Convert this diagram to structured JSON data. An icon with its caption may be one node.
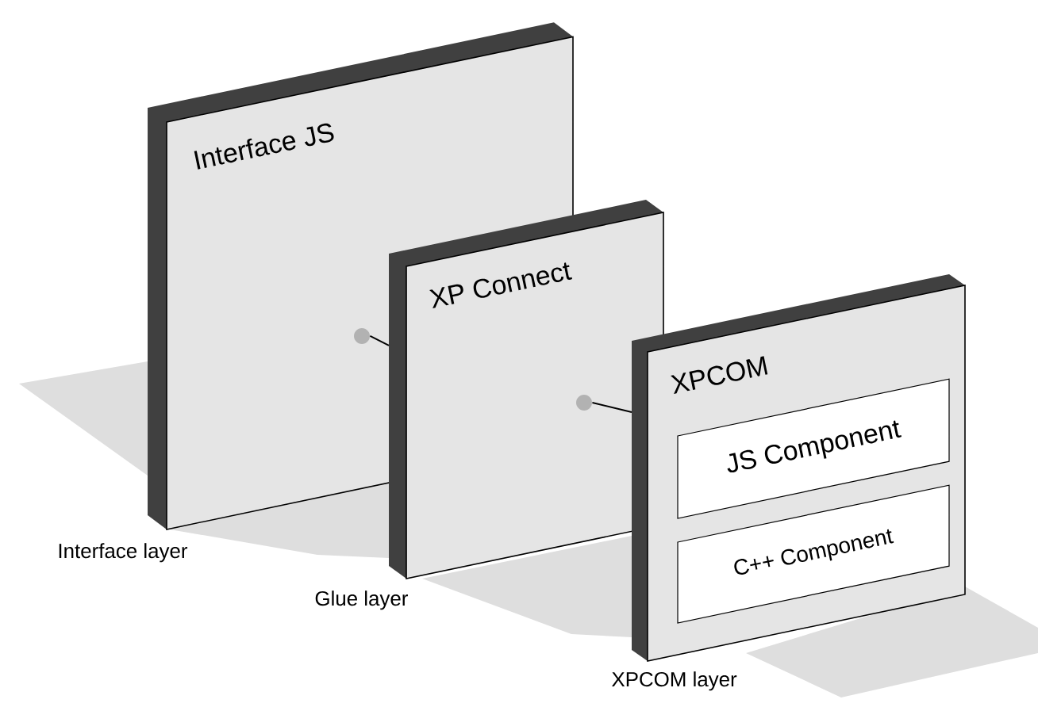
{
  "diagram": {
    "nodes": [
      {
        "text": [
          "Interface JS"
        ],
        "beside": [
          "Interface layer"
        ]
      },
      {
        "text": [],
        "shape": "circle",
        "in": 0
      },
      {
        "text": [
          "XP Connect"
        ],
        "beside": [
          "Glue layer"
        ]
      },
      {
        "text": [],
        "shape": "circle",
        "in": 2
      },
      {
        "text": [
          "XPCOM"
        ],
        "beside": [
          "XPCOM layer"
        ]
      },
      {
        "text": [
          "JS Component"
        ],
        "in": 4
      },
      {
        "text": [
          "C++ Component"
        ],
        "in": 4
      }
    ],
    "edges": [
      {
        "from": 1,
        "to": 2,
        "arrow": "none"
      },
      {
        "from": 3,
        "to": 4,
        "arrow": "none"
      }
    ]
  }
}
